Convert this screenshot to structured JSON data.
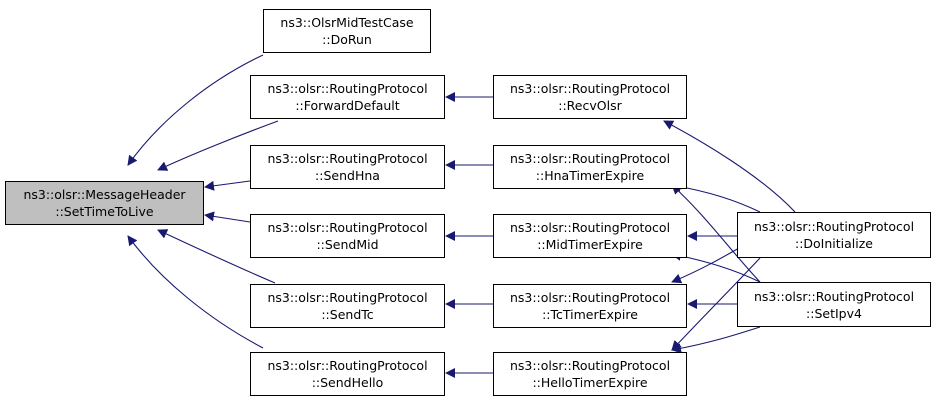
{
  "colors": {
    "edge": "#191970",
    "root_fill": "#bfbfbf",
    "node_fill": "#ffffff",
    "border": "#000000"
  },
  "nodes": {
    "root": {
      "line1": "ns3::olsr::MessageHeader",
      "line2": "::SetTimeToLive"
    },
    "midtest": {
      "line1": "ns3::OlsrMidTestCase",
      "line2": "::DoRun"
    },
    "fwd": {
      "line1": "ns3::olsr::RoutingProtocol",
      "line2": "::ForwardDefault"
    },
    "sendhna": {
      "line1": "ns3::olsr::RoutingProtocol",
      "line2": "::SendHna"
    },
    "sendmid": {
      "line1": "ns3::olsr::RoutingProtocol",
      "line2": "::SendMid"
    },
    "sendtc": {
      "line1": "ns3::olsr::RoutingProtocol",
      "line2": "::SendTc"
    },
    "sendhello": {
      "line1": "ns3::olsr::RoutingProtocol",
      "line2": "::SendHello"
    },
    "recv": {
      "line1": "ns3::olsr::RoutingProtocol",
      "line2": "::RecvOlsr"
    },
    "hnate": {
      "line1": "ns3::olsr::RoutingProtocol",
      "line2": "::HnaTimerExpire"
    },
    "midte": {
      "line1": "ns3::olsr::RoutingProtocol",
      "line2": "::MidTimerExpire"
    },
    "tcte": {
      "line1": "ns3::olsr::RoutingProtocol",
      "line2": "::TcTimerExpire"
    },
    "hellote": {
      "line1": "ns3::olsr::RoutingProtocol",
      "line2": "::HelloTimerExpire"
    },
    "doinit": {
      "line1": "ns3::olsr::RoutingProtocol",
      "line2": "::DoInitialize"
    },
    "setipv4": {
      "line1": "ns3::olsr::RoutingProtocol",
      "line2": "::SetIpv4"
    }
  }
}
